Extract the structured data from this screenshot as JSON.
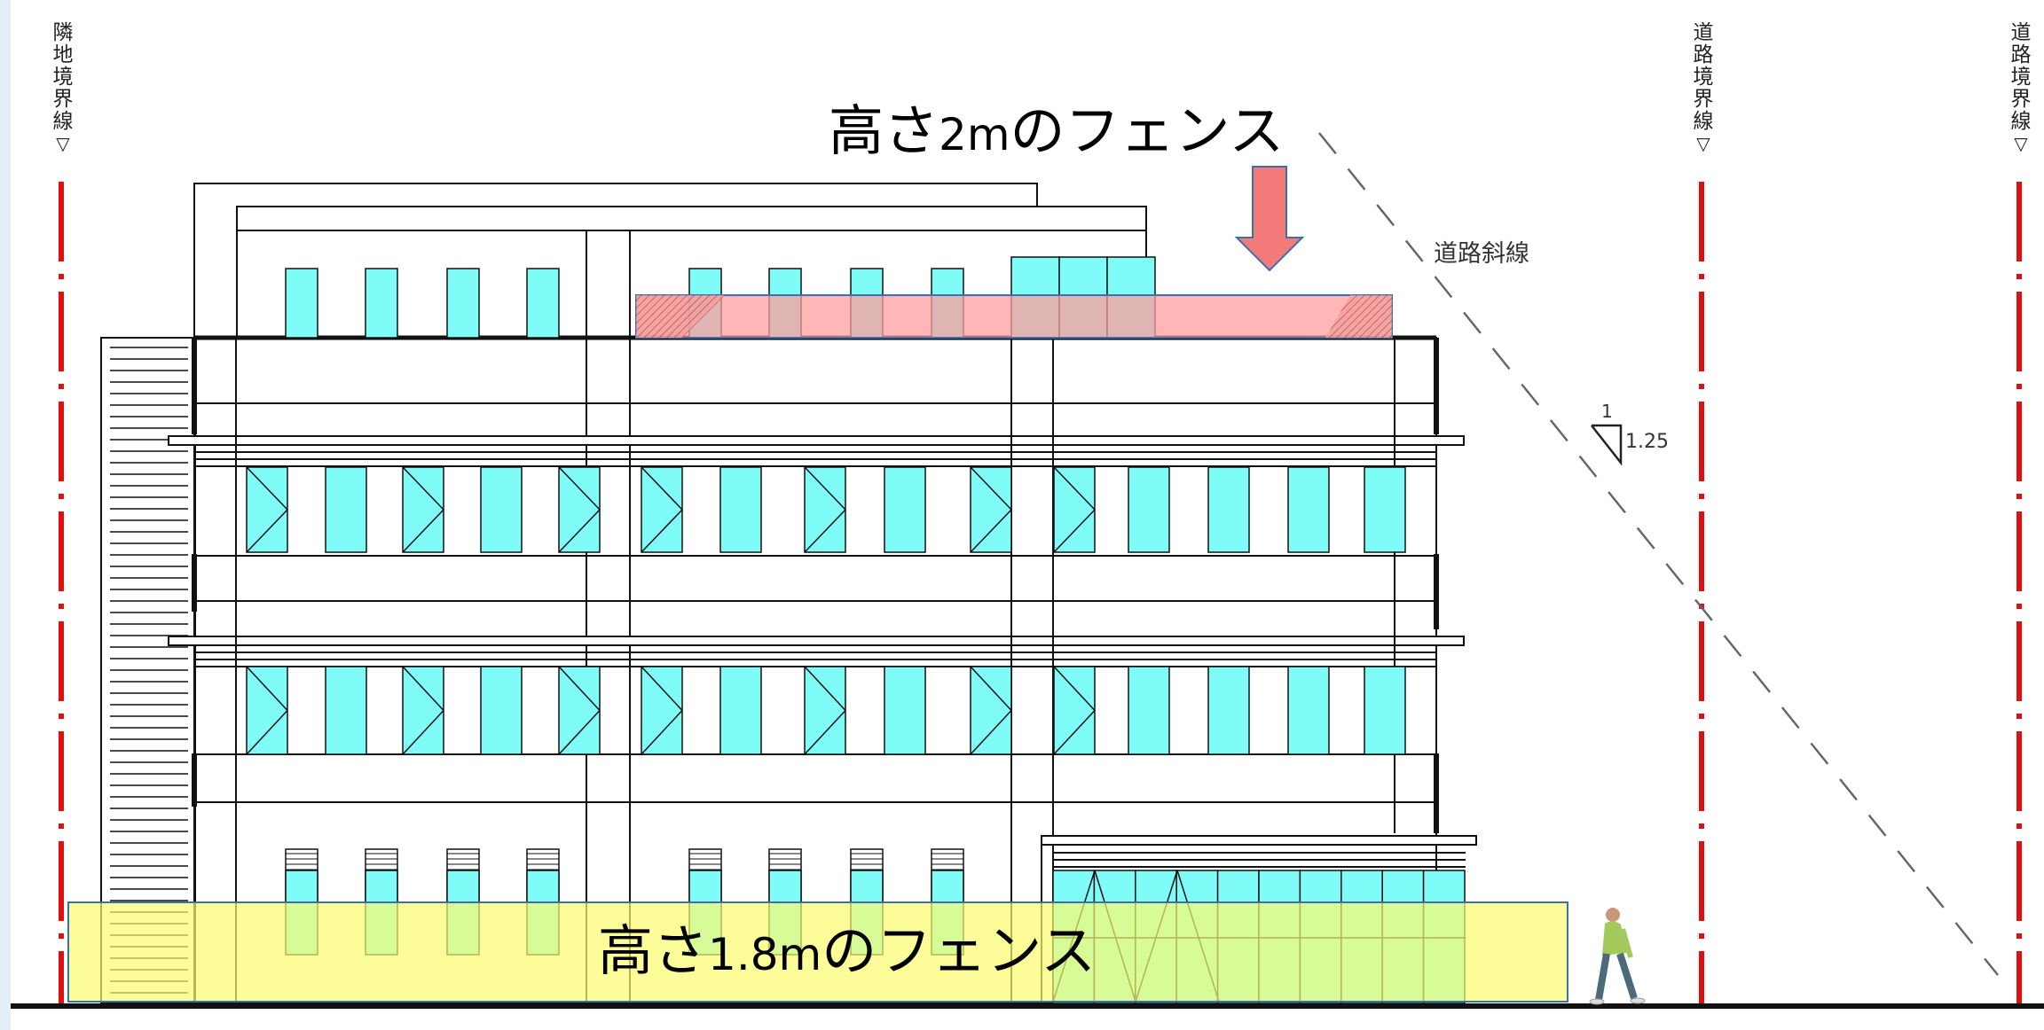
{
  "boundary_labels": {
    "left": "隣地境界線",
    "road_inner": "道路境界線",
    "road_outer": "道路境界線",
    "marker": "▽"
  },
  "callouts": {
    "top_fence_prefix": "高さ",
    "top_fence_height": "2m",
    "top_fence_suffix": "のフェンス",
    "bottom_fence_prefix": "高さ",
    "bottom_fence_height": "1.8m",
    "bottom_fence_suffix": "のフェンス"
  },
  "road_slope": {
    "label": "道路斜線",
    "ratio_top": "1",
    "ratio_side": "1.25"
  },
  "colors": {
    "boundary_line": "#e01010",
    "window": "#7ffcf8",
    "top_fence": "#ff9e9e",
    "bottom_fence": "#fbfb6e",
    "arrow": "#f47a7a"
  }
}
